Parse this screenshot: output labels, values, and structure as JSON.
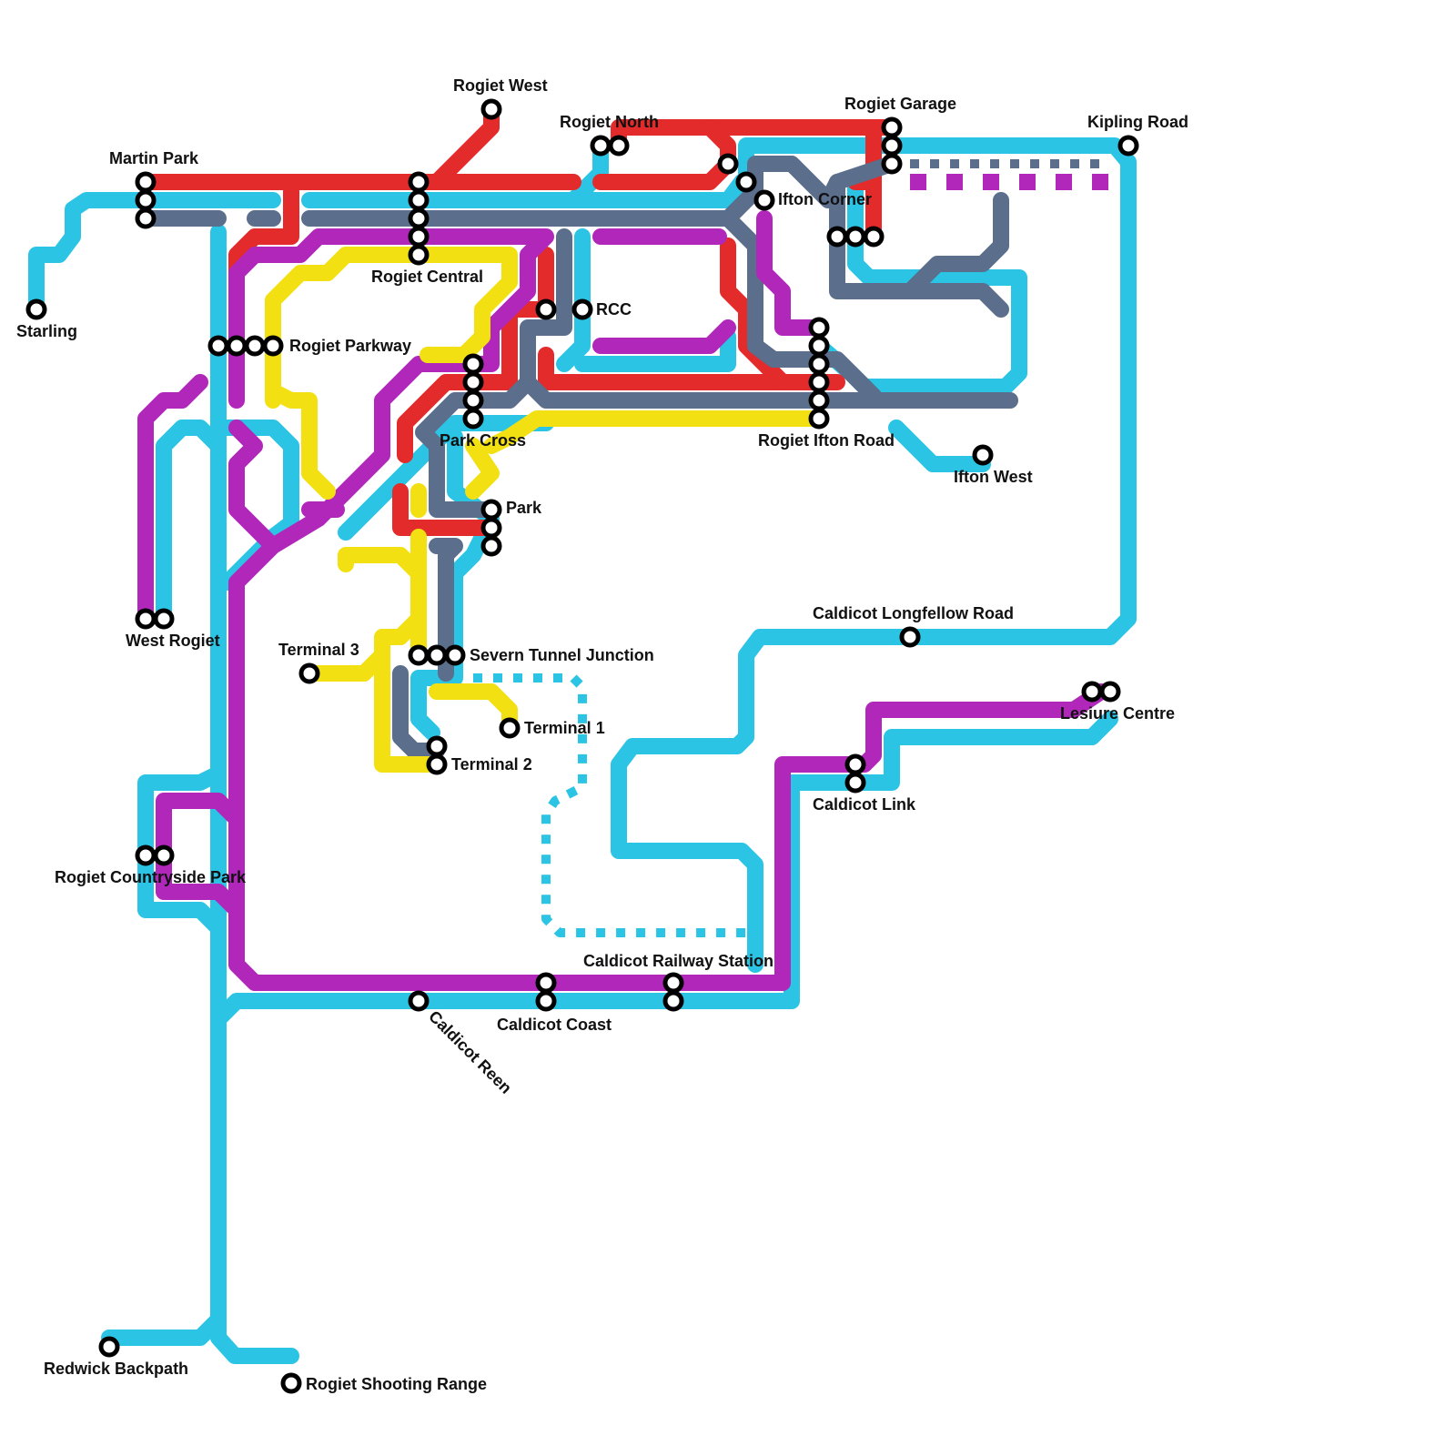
{
  "map": {
    "lines": [
      {
        "name": "cyan",
        "color": "#2BC4E4"
      },
      {
        "name": "red",
        "color": "#E32B2B"
      },
      {
        "name": "slate",
        "color": "#5B6E8C"
      },
      {
        "name": "purple",
        "color": "#B027BA"
      },
      {
        "name": "yellow",
        "color": "#F2E012"
      }
    ],
    "stations": {
      "starling": "Starling",
      "martin_park": "Martin Park",
      "rogiet_west": "Rogiet West",
      "rogiet_north": "Rogiet North",
      "rogiet_garage": "Rogiet Garage",
      "kipling_road": "Kipling Road",
      "ifton_corner": "Ifton Corner",
      "rogiet_central": "Rogiet Central",
      "rcc": "RCC",
      "rogiet_parkway": "Rogiet Parkway",
      "park_cross": "Park Cross",
      "rogiet_ifton_road": "Rogiet Ifton Road",
      "ifton_west": "Ifton West",
      "park": "Park",
      "west_rogiet": "West Rogiet",
      "terminal_3": "Terminal 3",
      "severn_tunnel_junction": "Severn Tunnel Junction",
      "terminal_1": "Terminal 1",
      "terminal_2": "Terminal 2",
      "caldicot_longfellow_road": "Caldicot Longfellow Road",
      "lesiure_centre": "Lesiure Centre",
      "caldicot_link": "Caldicot Link",
      "rogiet_countryside_park": "Rogiet Countryside Park",
      "caldicot_railway_station": "Caldicot Railway Station",
      "caldicot_coast": "Caldicot Coast",
      "caldicot_reen": "Caldicot Reen",
      "redwick_backpath": "Redwick Backpath",
      "rogiet_shooting_range": "Rogiet Shooting Range"
    }
  }
}
